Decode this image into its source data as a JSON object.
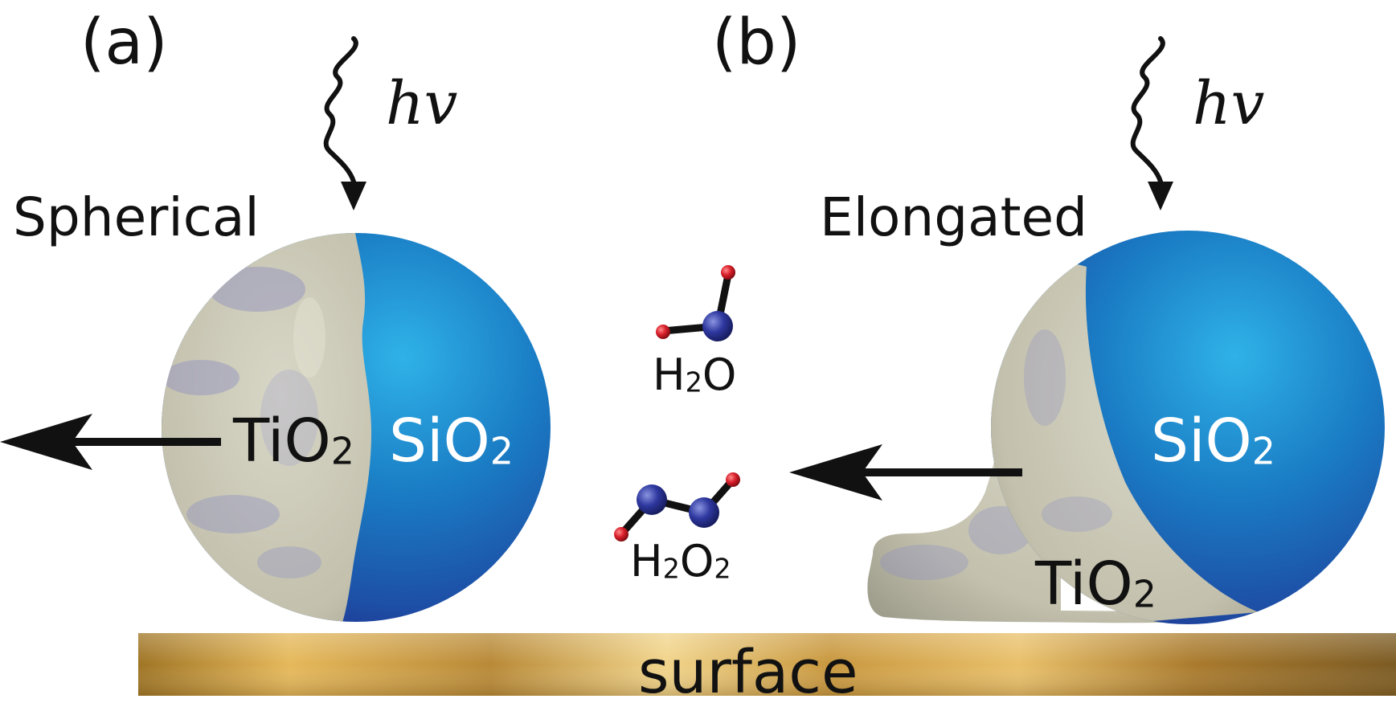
{
  "panels": {
    "a": "(a)",
    "b": "(b)"
  },
  "photon": {
    "label_a": "hv",
    "label_b": "hv"
  },
  "particles": {
    "spherical": {
      "title": "Spherical",
      "core_formula": "SiO",
      "core_subscript": "2",
      "shell_formula": "TiO",
      "shell_subscript": "2"
    },
    "elongated": {
      "title": "Elongated",
      "core_formula": "SiO",
      "core_subscript": "2",
      "shell_formula": "TiO",
      "shell_subscript": "2"
    }
  },
  "molecules": {
    "water": {
      "part1": "H",
      "sub1": "2",
      "part2": "O"
    },
    "peroxide": {
      "part1": "H",
      "sub1": "2",
      "part2": "O",
      "sub2": "2"
    }
  },
  "surface": {
    "label": "surface"
  },
  "colors": {
    "silica_blue": "#1a7cc4",
    "silica_highlight": "#2aa6df",
    "silica_shadow": "#22349a",
    "titania_grey": "#c9c7b6",
    "titania_violet": "#8d8ec2",
    "surface_gold": "#c79a3e",
    "oxygen_red": "#d81e2a",
    "hydrogen_blue": "#2c359a"
  }
}
